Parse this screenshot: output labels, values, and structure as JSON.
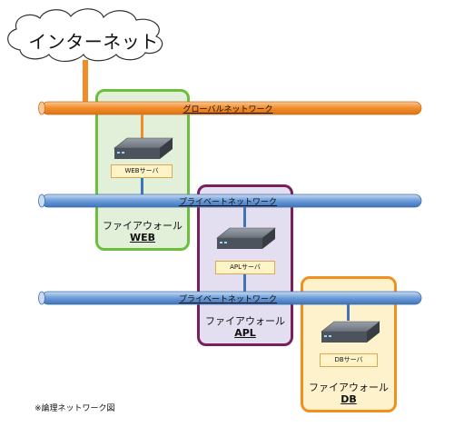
{
  "cloud": {
    "label": "インターネット"
  },
  "networks": [
    {
      "label": "グローバルネットワーク",
      "color": "#f28c28"
    },
    {
      "label": "プライベートネットワーク",
      "color": "#6b9bd8"
    },
    {
      "label": "プライベートネットワーク",
      "color": "#6b9bd8"
    }
  ],
  "zones": [
    {
      "title": "ファイアウォール",
      "code": "WEB",
      "server": "WEBサーバ",
      "border": "#6cbf3c",
      "fill": "#e2efd9"
    },
    {
      "title": "ファイアウォール",
      "code": "APL",
      "server": "APLサーバ",
      "border": "#7a1f5c",
      "fill": "#e4dff0"
    },
    {
      "title": "ファイアウォール",
      "code": "DB",
      "server": "DBサーバ",
      "border": "#f0901e",
      "fill": "#fdf2cc"
    }
  ],
  "footnote": "※論理ネットワーク図"
}
